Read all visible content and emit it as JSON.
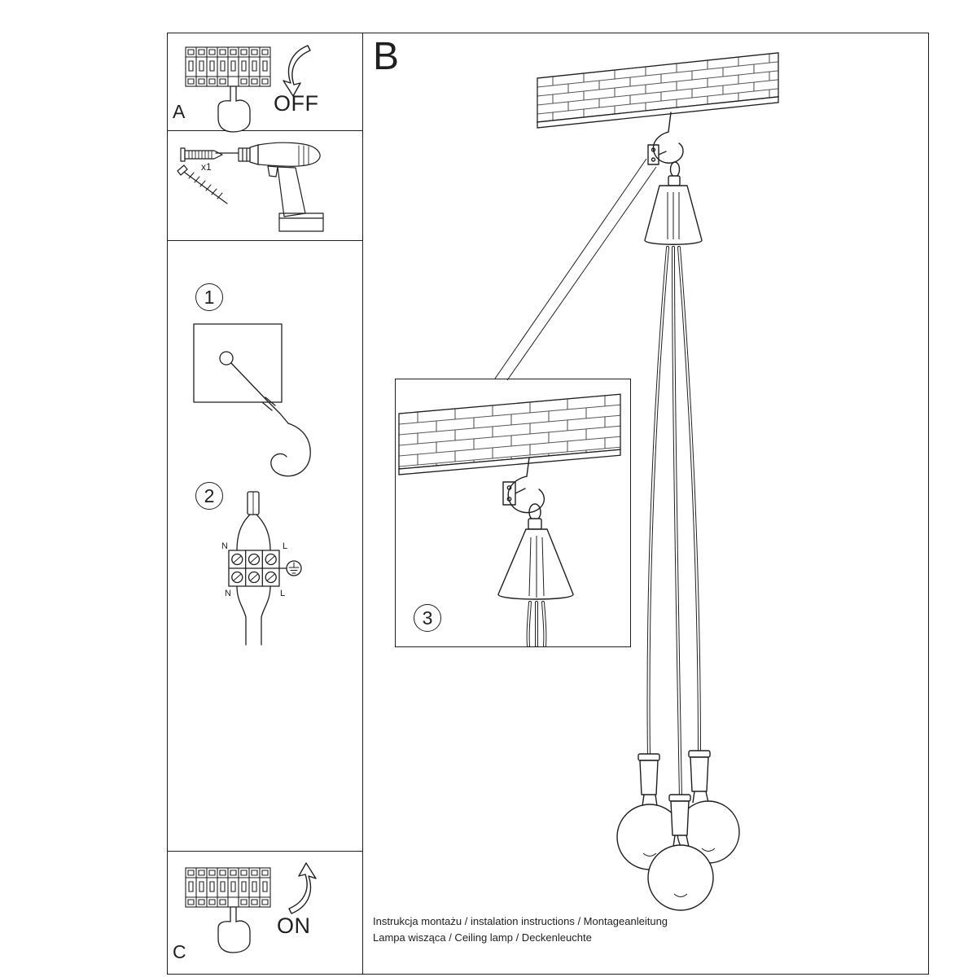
{
  "colors": {
    "background": "#ffffff",
    "ink": "#1f1f1f"
  },
  "panel_a": {
    "label": "A",
    "switch_state": "OFF"
  },
  "panel_b": {
    "label": "B"
  },
  "panel_c": {
    "label": "C",
    "switch_state": "ON"
  },
  "tools": {
    "dowel_qty": "x1"
  },
  "steps": {
    "one": "1",
    "two": "2",
    "three": "3"
  },
  "wiring": {
    "neutral": "N",
    "live": "L"
  },
  "footer": {
    "line1": "Instrukcja montażu / instalation instructions / Montageanleitung",
    "line2": "Lampa wisząca / Ceiling lamp / Deckenleuchte"
  }
}
